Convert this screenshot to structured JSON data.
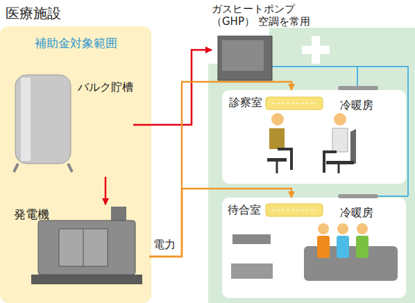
{
  "diagram": {
    "title": "医療施設",
    "nodes": [
      {
        "text": [
          "補助金対象範囲"
        ]
      },
      {
        "text": [
          "バルク貯槽"
        ],
        "in": 0
      },
      {
        "text": [
          "発電機"
        ],
        "in": 0
      },
      {
        "text": [
          "ガスヒートポンプ（GHP） 空調を常用"
        ]
      },
      {
        "text": [
          "診察室",
          "冷暖房"
        ]
      },
      {
        "text": [
          "待合室",
          "冷暖房"
        ]
      }
    ],
    "edges": [
      {
        "from": 1,
        "to": 3,
        "arrow": "to"
      },
      {
        "from": 1,
        "to": 2,
        "arrow": "to"
      },
      {
        "from": 2,
        "to": 4,
        "arrow": "to",
        "label": "電力"
      },
      {
        "from": 2,
        "to": 5,
        "arrow": "to"
      }
    ]
  }
}
